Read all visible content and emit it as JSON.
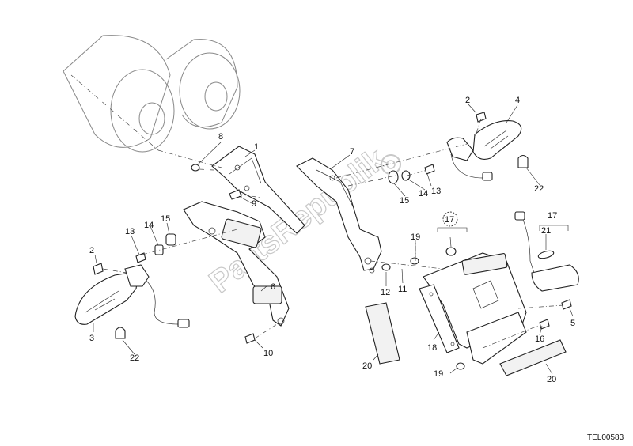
{
  "labels": {
    "n1": "1",
    "n2a": "2",
    "n2b": "2",
    "n3": "3",
    "n4": "4",
    "n5": "5",
    "n6": "6",
    "n7": "7",
    "n8": "8",
    "n9": "9",
    "n10": "10",
    "n11": "11",
    "n12": "12",
    "n13a": "13",
    "n13b": "13",
    "n14a": "14",
    "n14b": "14",
    "n15a": "15",
    "n15b": "15",
    "n16": "16",
    "n17a": "17",
    "n17b": "17",
    "n18": "18",
    "n19a": "19",
    "n19b": "19",
    "n20a": "20",
    "n20b": "20",
    "n21": "21",
    "n22a": "22",
    "n22b": "22"
  },
  "watermark": "PartsRepublik",
  "drawing_code": "TEL00583"
}
